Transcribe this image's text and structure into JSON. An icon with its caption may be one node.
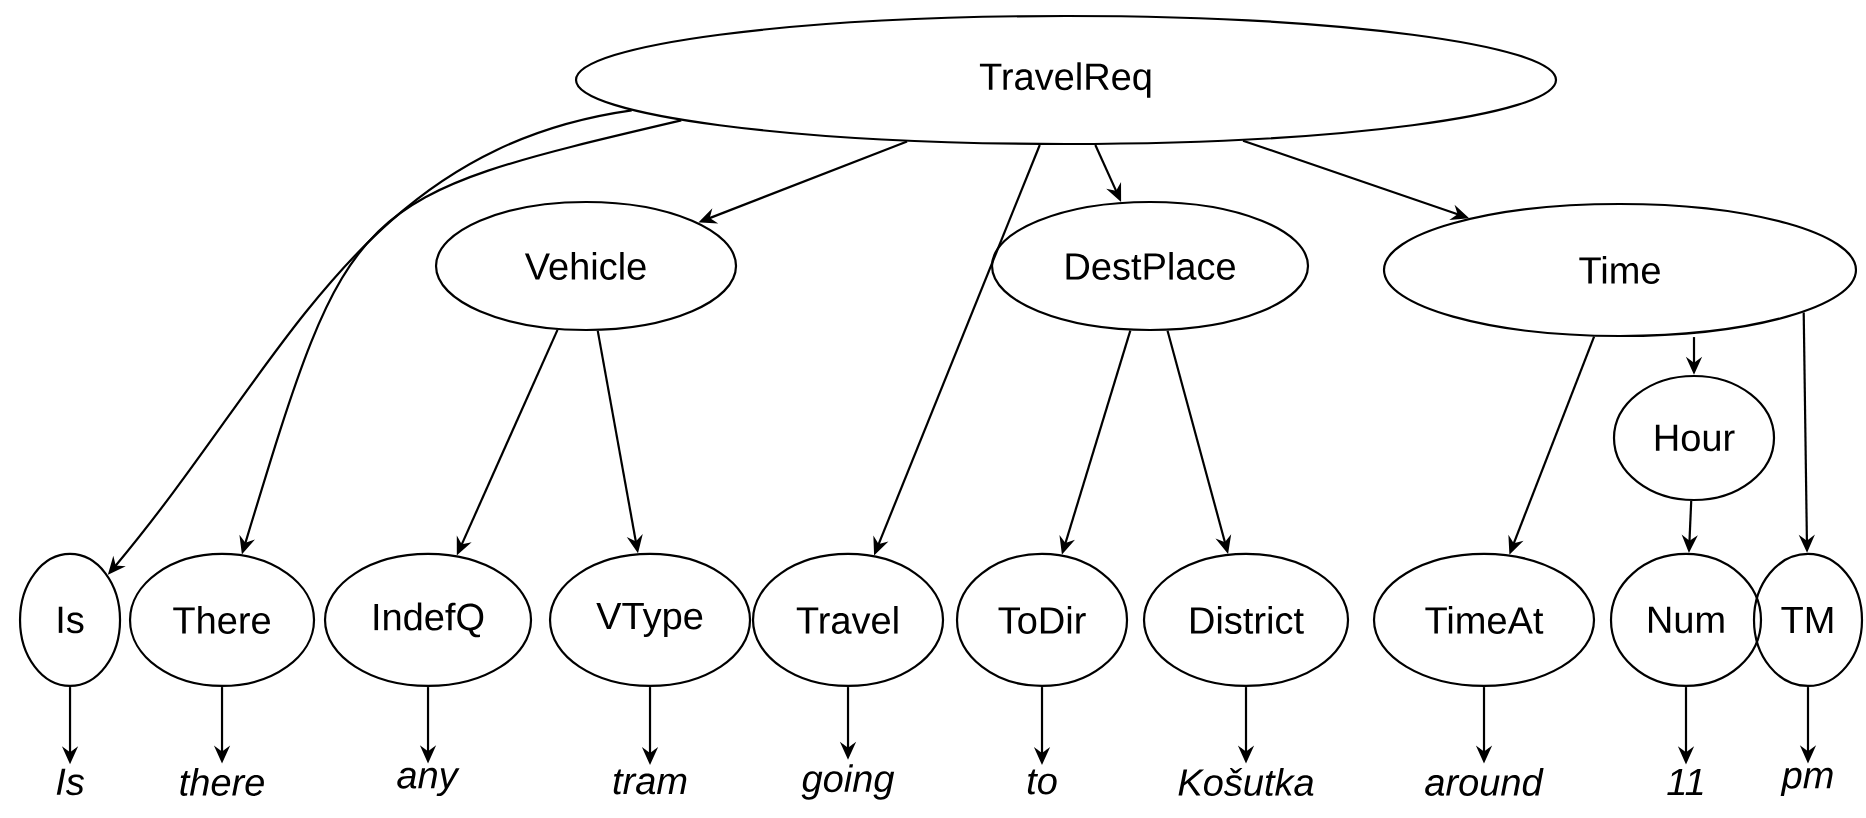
{
  "diagram": {
    "nodes": [
      {
        "text": [
          "TravelReq"
        ]
      },
      {
        "text": [
          "Vehicle"
        ]
      },
      {
        "text": [
          "DestPlace"
        ]
      },
      {
        "text": [
          "Time"
        ]
      },
      {
        "text": [
          "Hour"
        ]
      },
      {
        "text": [
          "Is"
        ]
      },
      {
        "text": [
          "There"
        ]
      },
      {
        "text": [
          "IndefQ"
        ]
      },
      {
        "text": [
          "VType"
        ]
      },
      {
        "text": [
          "Travel"
        ]
      },
      {
        "text": [
          "ToDir"
        ]
      },
      {
        "text": [
          "District"
        ]
      },
      {
        "text": [
          "TimeAt"
        ]
      },
      {
        "text": [
          "Num"
        ]
      },
      {
        "text": [
          "TM"
        ]
      },
      {
        "text": [
          "*Is*"
        ]
      },
      {
        "text": [
          "*there*"
        ]
      },
      {
        "text": [
          "*any*"
        ]
      },
      {
        "text": [
          "*tram*"
        ]
      },
      {
        "text": [
          "*going*"
        ]
      },
      {
        "text": [
          "*to*"
        ]
      },
      {
        "text": [
          "*Košutka*"
        ]
      },
      {
        "text": [
          "*around*"
        ]
      },
      {
        "text": [
          "*11*"
        ]
      },
      {
        "text": [
          "*pm*"
        ]
      }
    ],
    "edges": [
      {
        "from": 0,
        "to": 5,
        "arrow": "to"
      },
      {
        "from": 0,
        "to": 6,
        "arrow": "to"
      },
      {
        "from": 0,
        "to": 1,
        "arrow": "to"
      },
      {
        "from": 0,
        "to": 9,
        "arrow": "to"
      },
      {
        "from": 0,
        "to": 2,
        "arrow": "to"
      },
      {
        "from": 0,
        "to": 3,
        "arrow": "to"
      },
      {
        "from": 1,
        "to": 7,
        "arrow": "to"
      },
      {
        "from": 1,
        "to": 8,
        "arrow": "to"
      },
      {
        "from": 2,
        "to": 10,
        "arrow": "to"
      },
      {
        "from": 2,
        "to": 11,
        "arrow": "to"
      },
      {
        "from": 3,
        "to": 12,
        "arrow": "to"
      },
      {
        "from": 3,
        "to": 4,
        "arrow": "to"
      },
      {
        "from": 3,
        "to": 14,
        "arrow": "to"
      },
      {
        "from": 4,
        "to": 13,
        "arrow": "to"
      },
      {
        "from": 5,
        "to": 15,
        "arrow": "to"
      },
      {
        "from": 6,
        "to": 16,
        "arrow": "to"
      },
      {
        "from": 7,
        "to": 17,
        "arrow": "to"
      },
      {
        "from": 8,
        "to": 18,
        "arrow": "to"
      },
      {
        "from": 9,
        "to": 19,
        "arrow": "to"
      },
      {
        "from": 10,
        "to": 20,
        "arrow": "to"
      },
      {
        "from": 11,
        "to": 21,
        "arrow": "to"
      },
      {
        "from": 12,
        "to": 22,
        "arrow": "to"
      },
      {
        "from": 13,
        "to": 23,
        "arrow": "to"
      },
      {
        "from": 14,
        "to": 24,
        "arrow": "to"
      }
    ]
  }
}
